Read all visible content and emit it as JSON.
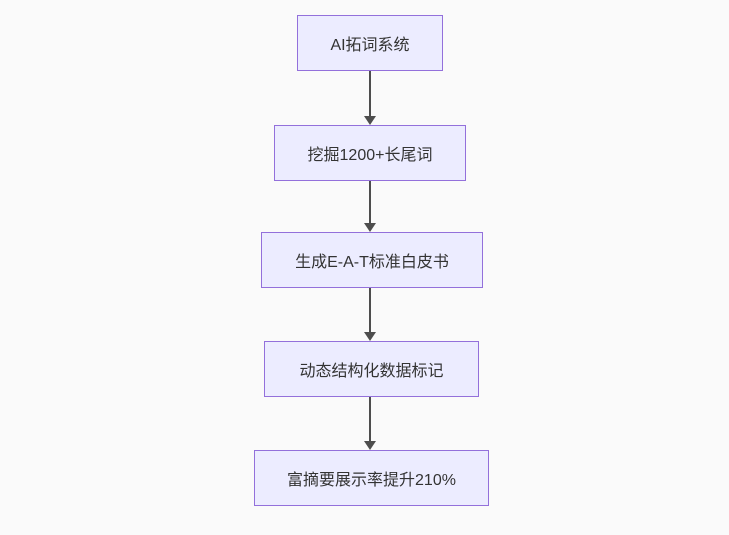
{
  "diagram": {
    "type": "flowchart-top-down",
    "colors": {
      "background": "#fafafa",
      "node_fill": "#ECECFF",
      "node_border": "#9370DB",
      "text": "#333333",
      "arrow": "#4d4d4d"
    },
    "nodes": [
      {
        "label": "AI拓词系统"
      },
      {
        "label": "挖掘1200+长尾词"
      },
      {
        "label": "生成E-A-T标准白皮书"
      },
      {
        "label": "动态结构化数据标记"
      },
      {
        "label": "富摘要展示率提升210%"
      }
    ],
    "edges": [
      {
        "from": 0,
        "to": 1,
        "style": "arrow-down"
      },
      {
        "from": 1,
        "to": 2,
        "style": "arrow-down"
      },
      {
        "from": 2,
        "to": 3,
        "style": "arrow-down"
      },
      {
        "from": 3,
        "to": 4,
        "style": "arrow-down"
      }
    ]
  }
}
